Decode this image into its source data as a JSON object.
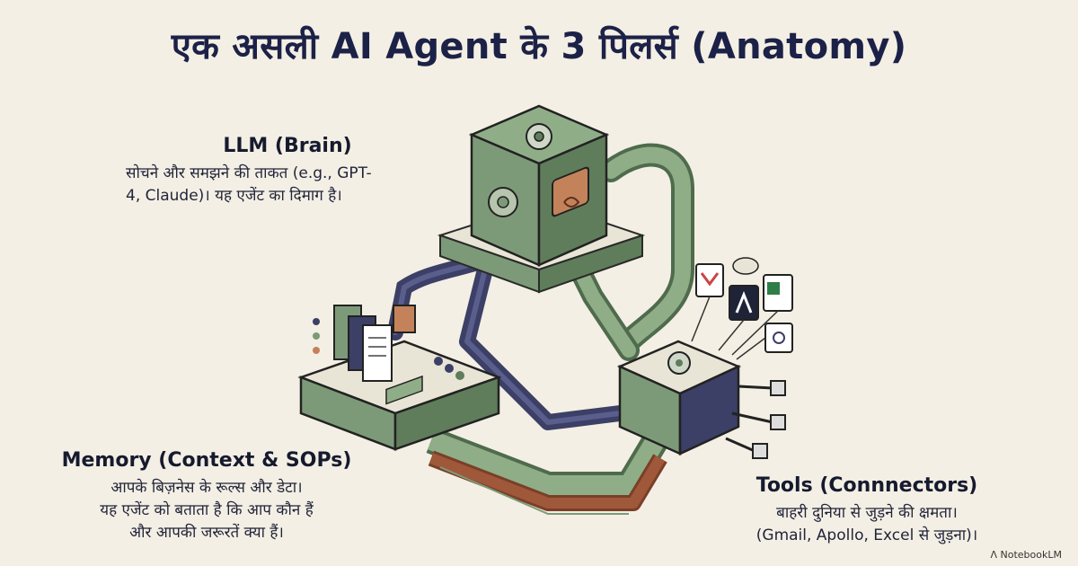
{
  "title": "एक असली AI Agent के 3 पिलर्स (Anatomy)",
  "pillars": {
    "llm": {
      "heading": "LLM (Brain)",
      "line1": "सोचने और समझने की ताकत (e.g., GPT-",
      "line2": "4, Claude)। यह एजेंट का दिमाग है।"
    },
    "memory": {
      "heading": "Memory (Context & SOPs)",
      "line1": "आपके बिज़नेस के रूल्स और डेटा।",
      "line2": "यह एजेंट को बताता है कि आप कौन हैं",
      "line3": "और आपकी जरूरतें क्या हैं।"
    },
    "tools": {
      "heading": "Tools (Connnectors)",
      "line1": "बाहरी दुनिया से जुड़ने की क्षमता।",
      "line2": "(Gmail, Apollo, Excel से जुड़ना)।"
    }
  },
  "branding": "NotebookLM",
  "icons": [
    "gmail-icon",
    "apollo-icon",
    "excel-icon",
    "cloud-icon",
    "network-icon",
    "gear-icon",
    "brain-chip-icon",
    "plug-icon",
    "document-icon"
  ],
  "colors": {
    "background": "#f3efe4",
    "title": "#1c2147",
    "green": "#7d9a78",
    "green_dark": "#4f6b4c",
    "navy": "#3c3f66",
    "rust": "#a0583a",
    "chip": "#c4825a"
  }
}
